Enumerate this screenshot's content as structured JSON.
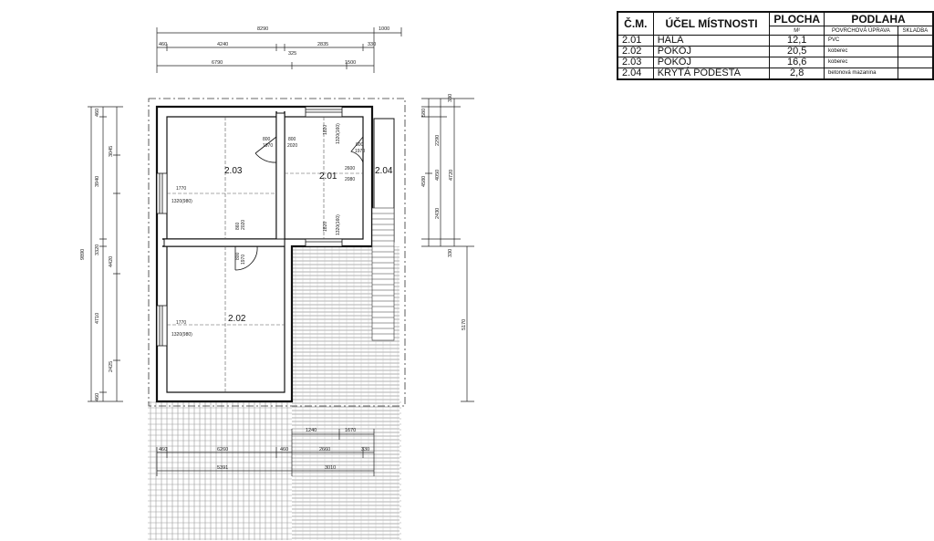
{
  "table": {
    "headers": {
      "cm": "Č.M.",
      "purpose": "ÚČEL MÍSTNOSTI",
      "area": "PLOCHA",
      "floor": "PODLAHA",
      "area_unit": "M²",
      "surface": "POVRCHOVÁ ÚPRAVA",
      "composition": "SKLADBA"
    },
    "rows": [
      {
        "cm": "2.01",
        "purpose": "HALA",
        "area": "12,1",
        "surface": "PVC",
        "composition": ""
      },
      {
        "cm": "2.02",
        "purpose": "POKOJ",
        "area": "20,5",
        "surface": "koberec",
        "composition": ""
      },
      {
        "cm": "2.03",
        "purpose": "POKOJ",
        "area": "16,6",
        "surface": "koberec",
        "composition": ""
      },
      {
        "cm": "2.04",
        "purpose": "KRYTÁ PODESTA",
        "area": "2,8",
        "surface": "betonová mazanina",
        "composition": ""
      }
    ]
  },
  "plan": {
    "rooms": {
      "r201": "2.01",
      "r202": "2.02",
      "r203": "2.03",
      "r204": "2.04"
    },
    "top_dims": {
      "overall": "8290",
      "right": "1000",
      "seg1": "460",
      "seg2": "4240",
      "seg3": "2835",
      "seg4": "330",
      "seg5": "325",
      "lower1": "6790",
      "lower2": "1500"
    },
    "left_dims": {
      "total": "9890",
      "a1": "460",
      "a2": "3940",
      "a3": "4420",
      "a4": "4710",
      "a5": "460",
      "b1": "3045",
      "b2": "3320",
      "b3": "2425"
    },
    "right_dims": {
      "c1": "330",
      "c2": "580",
      "c3": "2290",
      "c4": "4580",
      "c5": "4050",
      "c6": "4720",
      "c7": "2430",
      "c8": "330",
      "c9": "5170"
    },
    "bottom_dims": {
      "d1": "1240",
      "d2": "1670",
      "e1": "460",
      "e2": "6260",
      "e3": "460",
      "e4": "2660",
      "e5": "330",
      "f1": "5391",
      "f2": "3010"
    },
    "openings": {
      "win203": "1770",
      "win203b": "1320(980)",
      "win202": "1770",
      "win202b": "1320(980)",
      "door203a": "800",
      "door203b": "1970",
      "door201a": "800",
      "door201b": "2020",
      "door201c": "800",
      "door201d": "1970",
      "doorbottom_a": "860",
      "doorbottom_b": "2020",
      "door202a": "800",
      "door202b": "1970",
      "win201top": "1820",
      "win201topb": "1320(160)",
      "win201bot": "1820",
      "win201botb": "1320(160)",
      "hall_a": "2600",
      "hall_b": "2080"
    }
  }
}
